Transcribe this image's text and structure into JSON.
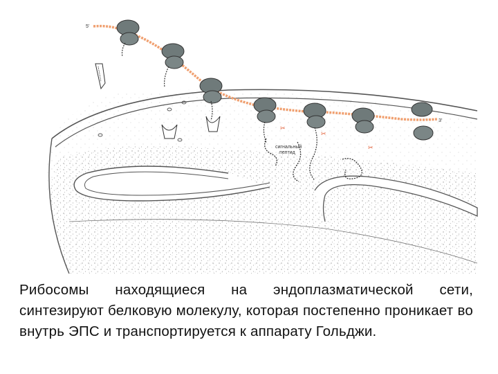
{
  "diagram": {
    "mrna_5_label": "5'",
    "mrna_3_label": "3'",
    "signal_peptide_label_line1": "сигнальный",
    "signal_peptide_label_line2": "пептид",
    "colors": {
      "mrna": "#f0a070",
      "ribosome": "#6f7a7a",
      "membrane": "#555555",
      "lumen_dots": "#9a9a9a",
      "cleavage_mark": "#e0552a"
    }
  },
  "caption": {
    "text": "Рибосомы находящиеся на эндоплазматической сети, синтезируют белковую молекулу, которая постепенно проникает во внутрь ЭПС и транспортируется к аппарату Гольджи."
  }
}
